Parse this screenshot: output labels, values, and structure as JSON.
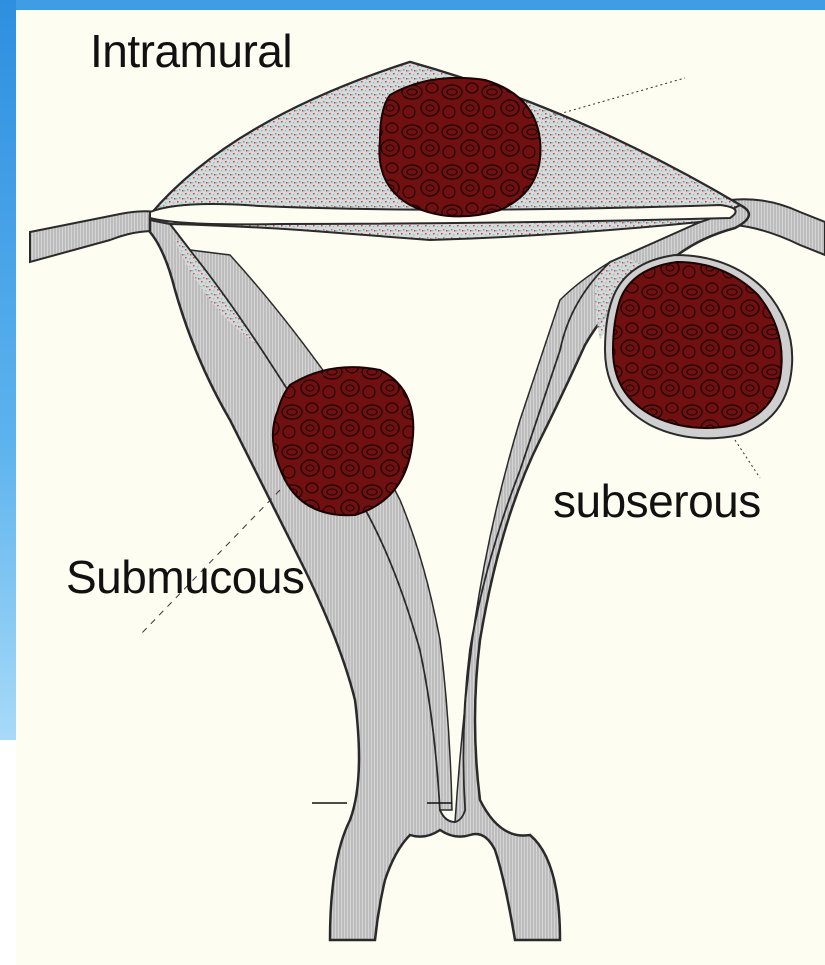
{
  "diagram": {
    "labels": {
      "intramural": "Intramural",
      "submucous": "Submucous",
      "subserous": "subserous"
    }
  },
  "colors": {
    "slide_border_blue": "#3f9de6",
    "slide_border_light": "#8cc9f5",
    "paper": "#fdfdf2",
    "tissue_gray": "#cfcfcf",
    "tissue_hatch": "#a8a8a8",
    "outline": "#2a2a2a",
    "fibroid_fill": "#6e0a0a",
    "fibroid_whorl": "#1a0000",
    "speckle_red": "#b04a4a",
    "speckle_cyan": "#6fd0d8"
  }
}
